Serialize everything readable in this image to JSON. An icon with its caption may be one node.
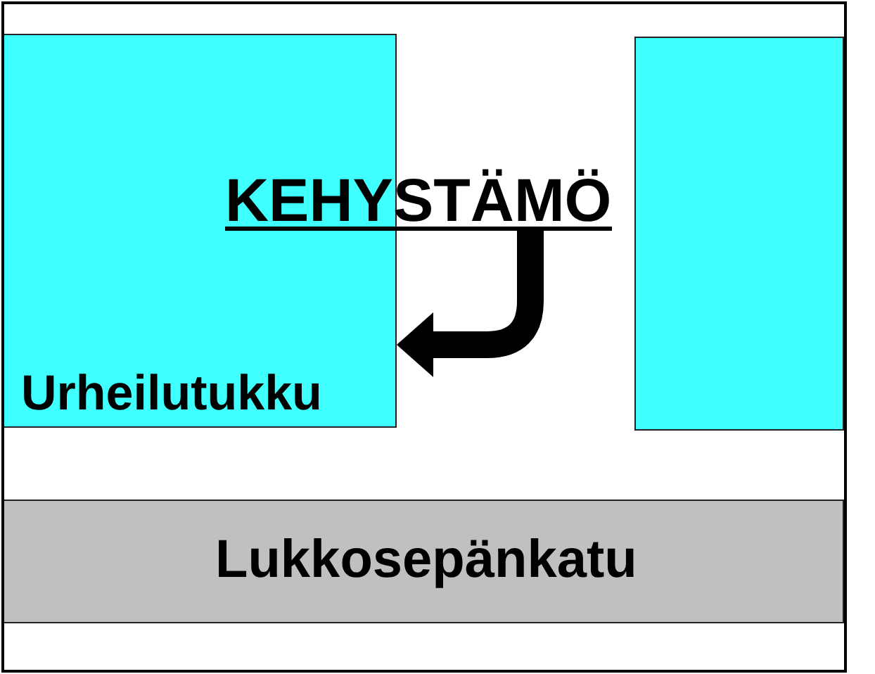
{
  "diagram": {
    "nodes": [
      {
        "text": [
          "Urheilutukku"
        ]
      },
      {
        "text": [],
        "shape": "box"
      },
      {
        "text": [
          "KEHYSTÄMÖ"
        ]
      },
      {
        "text": [
          "Lukkosepänkatu"
        ]
      }
    ],
    "edges": [
      {
        "from": 2,
        "to": 0,
        "arrow": "to"
      }
    ]
  }
}
